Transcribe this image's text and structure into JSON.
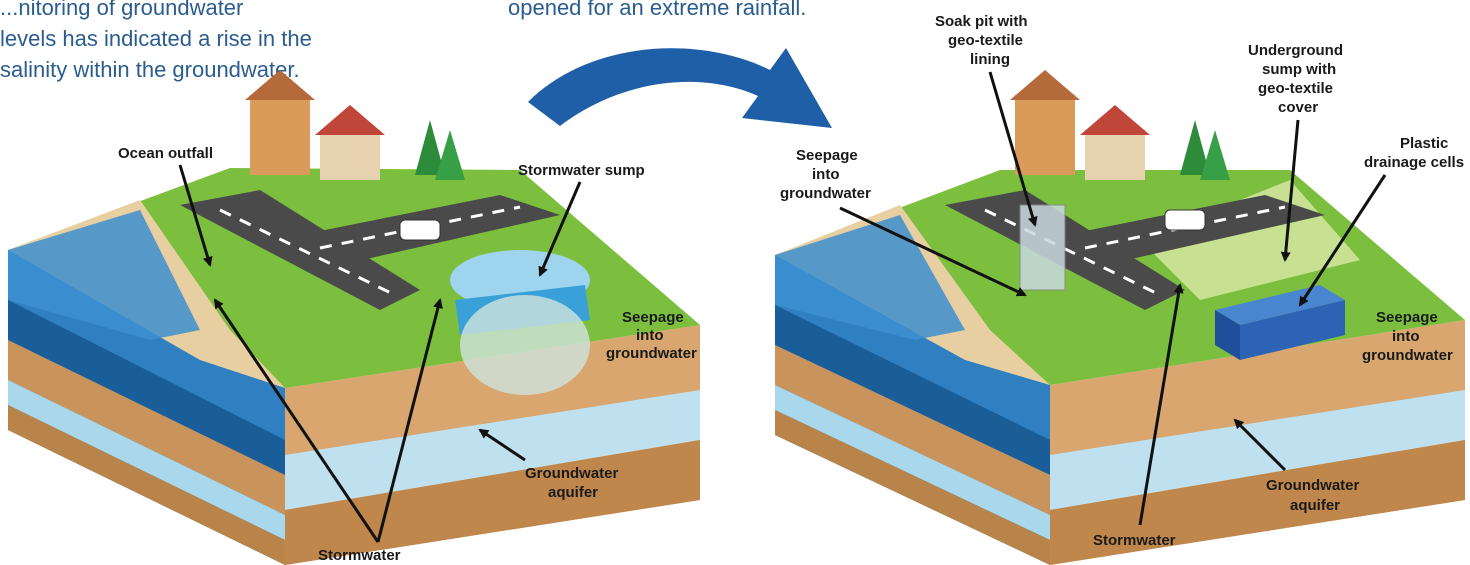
{
  "captions": {
    "left_lines": [
      "...nitoring of groundwater",
      "levels has indicated a rise in the",
      "salinity within the groundwater."
    ],
    "right": "opened for an extreme rainfall."
  },
  "left_diagram": {
    "ocean_outfall": "Ocean outfall",
    "stormwater_sump": "Stormwater sump",
    "seepage": [
      "Seepage",
      "into",
      "groundwater"
    ],
    "aquifer": [
      "Groundwater",
      "aquifer"
    ],
    "stormwater": "Stormwater"
  },
  "right_diagram": {
    "soak_pit": [
      "Soak pit with",
      "geo-textile",
      "lining"
    ],
    "underground_sump": [
      "Underground",
      "sump with",
      "geo-textile",
      "cover"
    ],
    "plastic_cells": [
      "Plastic",
      "drainage cells"
    ],
    "seepage_left": [
      "Seepage",
      "into",
      "groundwater"
    ],
    "seepage_right": [
      "Seepage",
      "into",
      "groundwater"
    ],
    "aquifer": [
      "Groundwater",
      "aquifer"
    ],
    "stormwater": "Stormwater"
  },
  "colors": {
    "caption_text": "#2a5d8f",
    "arrow": "#1f5fa8",
    "ocean": "#2f7fc1",
    "grass": "#7cbf3f",
    "soil": "#d8a66e",
    "aquifer": "#bfe0ee",
    "road": "#4a4a4a"
  }
}
